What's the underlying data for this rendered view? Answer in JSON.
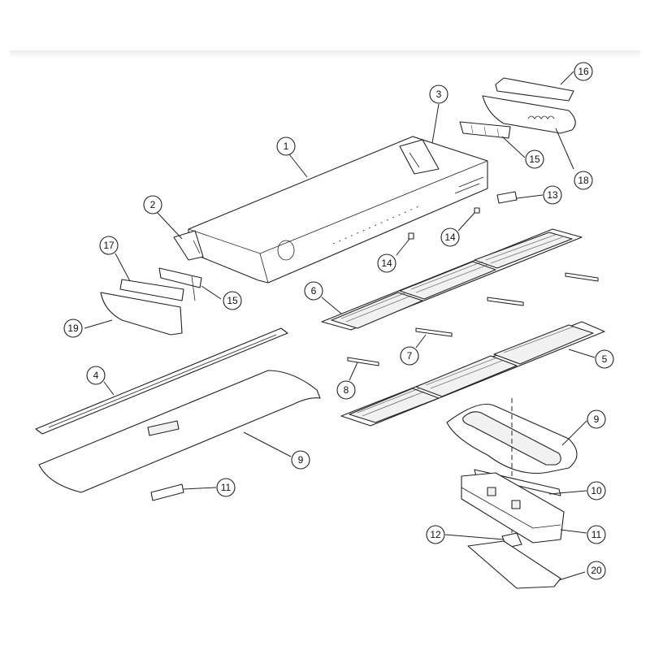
{
  "callouts": [
    {
      "id": "c1",
      "label": "1"
    },
    {
      "id": "c2",
      "label": "2"
    },
    {
      "id": "c3",
      "label": "3"
    },
    {
      "id": "c4",
      "label": "4"
    },
    {
      "id": "c5",
      "label": "5"
    },
    {
      "id": "c6",
      "label": "6"
    },
    {
      "id": "c7",
      "label": "7"
    },
    {
      "id": "c8",
      "label": "8"
    },
    {
      "id": "c9a",
      "label": "9"
    },
    {
      "id": "c9b",
      "label": "9"
    },
    {
      "id": "c10",
      "label": "10"
    },
    {
      "id": "c11a",
      "label": "11"
    },
    {
      "id": "c11b",
      "label": "11"
    },
    {
      "id": "c12",
      "label": "12"
    },
    {
      "id": "c13",
      "label": "13"
    },
    {
      "id": "c14a",
      "label": "14"
    },
    {
      "id": "c14b",
      "label": "14"
    },
    {
      "id": "c15a",
      "label": "15"
    },
    {
      "id": "c15b",
      "label": "15"
    },
    {
      "id": "c16",
      "label": "16"
    },
    {
      "id": "c17",
      "label": "17"
    },
    {
      "id": "c18",
      "label": "18"
    },
    {
      "id": "c19",
      "label": "19"
    },
    {
      "id": "c20",
      "label": "20"
    }
  ]
}
